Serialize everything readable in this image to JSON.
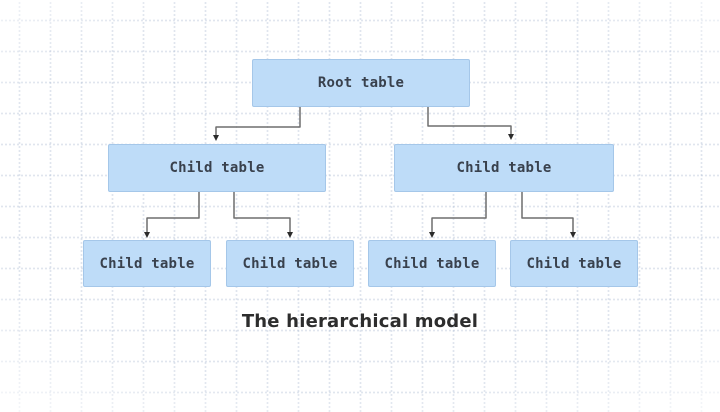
{
  "diagram": {
    "caption": "The hierarchical model",
    "nodes": [
      {
        "id": "root",
        "label": "Root table",
        "level": 0
      },
      {
        "id": "child-left",
        "label": "Child table",
        "level": 1
      },
      {
        "id": "child-right",
        "label": "Child table",
        "level": 1
      },
      {
        "id": "leaf-1",
        "label": "Child table",
        "level": 2
      },
      {
        "id": "leaf-2",
        "label": "Child table",
        "level": 2
      },
      {
        "id": "leaf-3",
        "label": "Child table",
        "level": 2
      },
      {
        "id": "leaf-4",
        "label": "Child table",
        "level": 2
      }
    ],
    "edges": [
      {
        "from": "root",
        "to": "child-left"
      },
      {
        "from": "root",
        "to": "child-right"
      },
      {
        "from": "child-left",
        "to": "leaf-1"
      },
      {
        "from": "child-left",
        "to": "leaf-2"
      },
      {
        "from": "child-right",
        "to": "leaf-3"
      },
      {
        "from": "child-right",
        "to": "leaf-4"
      }
    ],
    "colors": {
      "background": "#FFFFFF",
      "grid_dot": "#E9EDF4",
      "node_fill": "#BEDCF8",
      "node_border": "#9FC6E9",
      "node_text": "#39414D",
      "connector_line": "#6F6F6F",
      "arrowhead": "#2B2B2B",
      "caption_text": "#2D2D2D"
    }
  }
}
